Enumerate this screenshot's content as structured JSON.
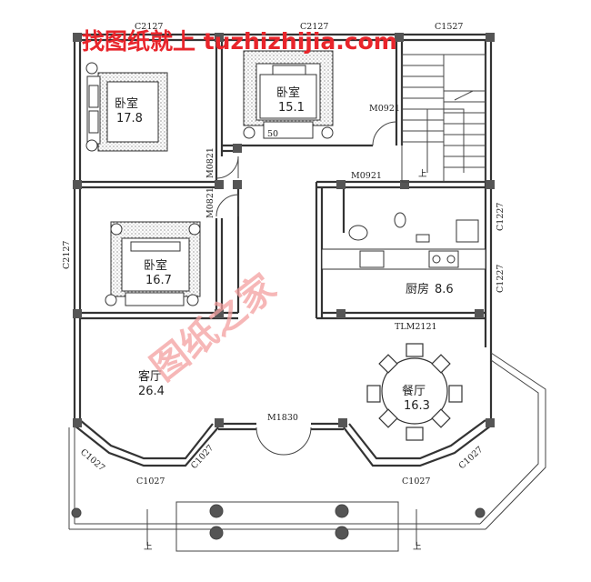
{
  "watermark": {
    "top_text": "找图纸就上 tuzhizhijia.com",
    "center_text": "图纸之家",
    "color": "#e8252b",
    "center_color": "#f4a0a0"
  },
  "rooms": {
    "bedroom_nw": {
      "name": "卧室",
      "area": "17.8"
    },
    "bedroom_n": {
      "name": "卧室",
      "area": "15.1"
    },
    "bedroom_w": {
      "name": "卧室",
      "area": "16.7"
    },
    "living": {
      "name": "客厅",
      "area": "26.4"
    },
    "dining": {
      "name": "餐厅",
      "area": "16.3"
    },
    "kitchen": {
      "name": "厨房",
      "area": "8.6"
    }
  },
  "codes": {
    "c2127_a": "C2127",
    "c2127_b": "C2127",
    "c1527": "C1527",
    "m0921_a": "M0921",
    "m0821_a": "M0821",
    "m0821_b": "M0821",
    "m0921_b": "M0921",
    "c2127_side": "C2127",
    "c1227_a": "C1227",
    "c1227_b": "C1227",
    "tlm2121": "TLM2121",
    "m1830": "M1830",
    "c1027_a": "C1027",
    "c1027_b": "C1027",
    "c1027_c": "C1027",
    "c1027_d": "C1027",
    "c1027_e": "C1027"
  },
  "marks": {
    "up_stair": "上",
    "up_left": "上",
    "up_right": "上",
    "fifty": "50"
  },
  "colors": {
    "wall": "#333333",
    "column": "#555555",
    "line": "#444444"
  }
}
